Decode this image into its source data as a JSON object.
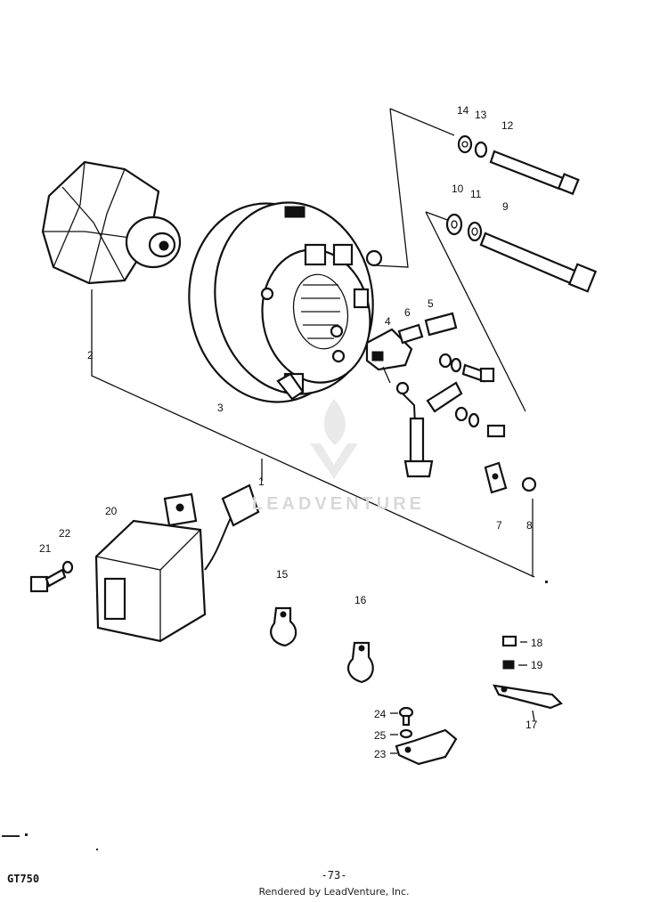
{
  "diagram": {
    "callouts": [
      "1",
      "2",
      "3",
      "4",
      "5",
      "6",
      "7",
      "8",
      "9",
      "10",
      "11",
      "12",
      "13",
      "14",
      "15",
      "16",
      "17",
      "18",
      "19",
      "20",
      "21",
      "22",
      "23",
      "24",
      "25"
    ]
  },
  "footer": {
    "model": "GT750",
    "page": "-73-",
    "credit": "Rendered by LeadVenture, Inc."
  },
  "watermark": {
    "text": "LEADVENTURE"
  }
}
